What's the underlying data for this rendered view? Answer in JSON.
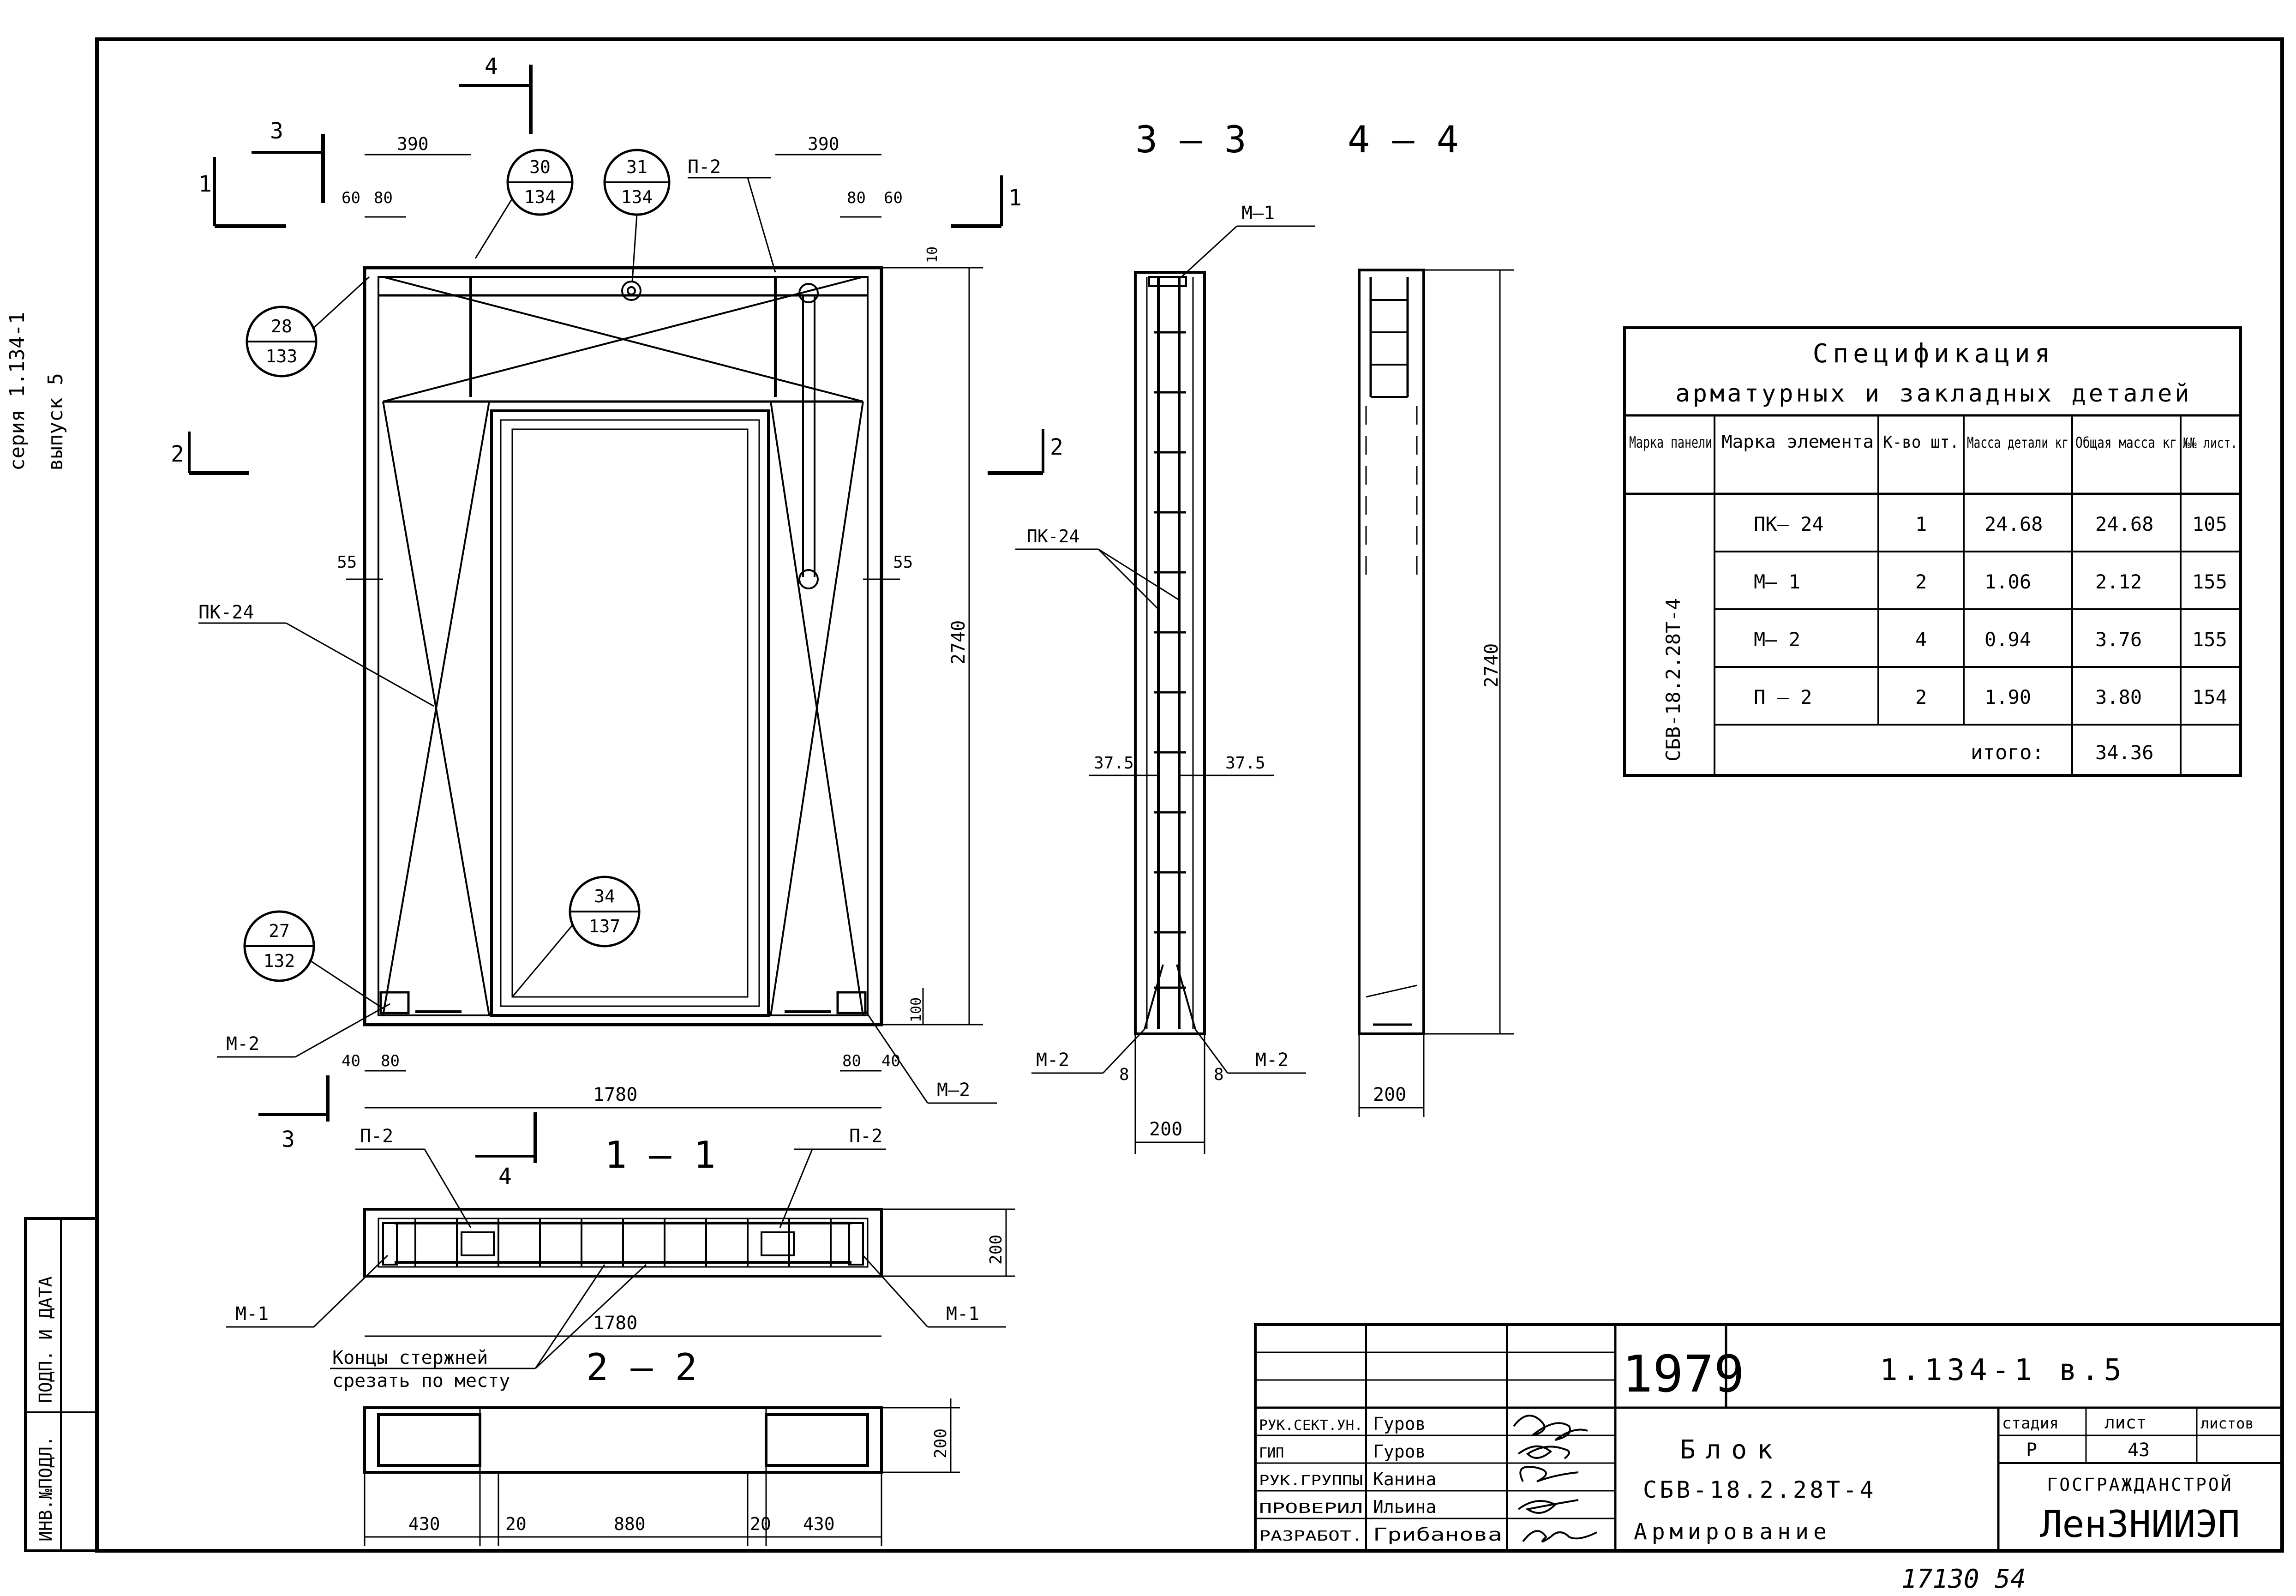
{
  "side_labels": {
    "series": "серия 1.134-1",
    "issue": "выпуск 5"
  },
  "stamp_side": {
    "inv": "ИНВ.№ПОДЛ.",
    "sign_date": "ПОДП. И ДАТА"
  },
  "sections": {
    "s33": "3 – 3",
    "s44": "4 – 4",
    "s11": "1 – 1",
    "s22": "2 – 2"
  },
  "cut_marks": {
    "c1": "1",
    "c2": "2",
    "c3": "3",
    "c4": "4"
  },
  "elevation": {
    "dim_top_left": "390",
    "dim_top_right": "390",
    "dim_60_left": "60",
    "dim_80_left": "80",
    "dim_80_right": "80",
    "dim_60_right": "60",
    "dim_10": "10",
    "dim_height": "2740",
    "dim_55_left": "55",
    "dim_55_right": "55",
    "dim_100": "100",
    "dim_40_left": "40",
    "dim_80_bl": "80",
    "dim_80_br": "80",
    "dim_40_right": "40",
    "dim_width": "1780",
    "label_p2": "П-2",
    "label_pk24": "ПК-24",
    "label_m2_left": "М-2",
    "label_m2_right": "М—2",
    "callouts": [
      {
        "top": "30",
        "bottom": "134"
      },
      {
        "top": "31",
        "bottom": "134"
      },
      {
        "top": "28",
        "bottom": "133"
      },
      {
        "top": "27",
        "bottom": "132"
      },
      {
        "top": "34",
        "bottom": "137"
      }
    ]
  },
  "section33": {
    "label_m1": "М—1",
    "label_pk24": "ПК-24",
    "dim_375_left": "37.5",
    "dim_375_right": "37.5",
    "label_m2_left": "М-2",
    "label_m2_right": "М-2",
    "dim_8_left": "8",
    "dim_8_right": "8",
    "dim_200": "200"
  },
  "section44": {
    "dim_height": "2740",
    "dim_200": "200"
  },
  "section11": {
    "label_p2_left": "П-2",
    "label_p2_right": "П-2",
    "label_m1_left": "М-1",
    "label_m1_right": "М-1",
    "dim_200": "200",
    "dim_1780": "1780",
    "note_line1": "Концы стержней",
    "note_line2": "срезать по месту"
  },
  "section22": {
    "dim_200": "200",
    "dims_bottom": [
      "430",
      "20",
      "880",
      "20",
      "430"
    ]
  },
  "spec": {
    "title1": "Спецификация",
    "title2": "арматурных и закладных деталей",
    "headers": [
      "Марка панели",
      "Марка элемента",
      "К-во шт.",
      "Масса детали кг",
      "Общая масса кг",
      "№№ лист."
    ],
    "panel": "СБВ-18.2.28Т-4",
    "rows": [
      [
        "ПК— 24",
        "1",
        "24.68",
        "24.68",
        "105"
      ],
      [
        "М— 1",
        "2",
        "1.06",
        "2.12",
        "155"
      ],
      [
        "М— 2",
        "4",
        "0.94",
        "3.76",
        "155"
      ],
      [
        "П — 2",
        "2",
        "1.90",
        "3.80",
        "154"
      ]
    ],
    "total_label": "итого:",
    "total_value": "34.36"
  },
  "titleblock": {
    "year": "1979",
    "code": "1.134-1 в.5",
    "roles": [
      {
        "role": "РУК.СЕКТ.УН.",
        "name": "Гуров"
      },
      {
        "role": "ГИП",
        "name": "Гуров"
      },
      {
        "role": "РУК.ГРУППЫ",
        "name": "Канина"
      },
      {
        "role": "ПРОВЕРИЛ",
        "name": "Ильина"
      },
      {
        "role": "РАЗРАБОТ.",
        "name": "Грибанова"
      }
    ],
    "title_l1": "Блок",
    "title_l2": "СБВ-18.2.28Т-4",
    "title_l3": "Армирование",
    "stage_h": "стадия",
    "sheet_h": "лист",
    "sheets_h": "листов",
    "stage": "Р",
    "sheet": "43",
    "org1": "ГОСГРАЖДАНСТРОЙ",
    "org2": "ЛенЗНИИЭП"
  },
  "footer_number": "17130 54"
}
